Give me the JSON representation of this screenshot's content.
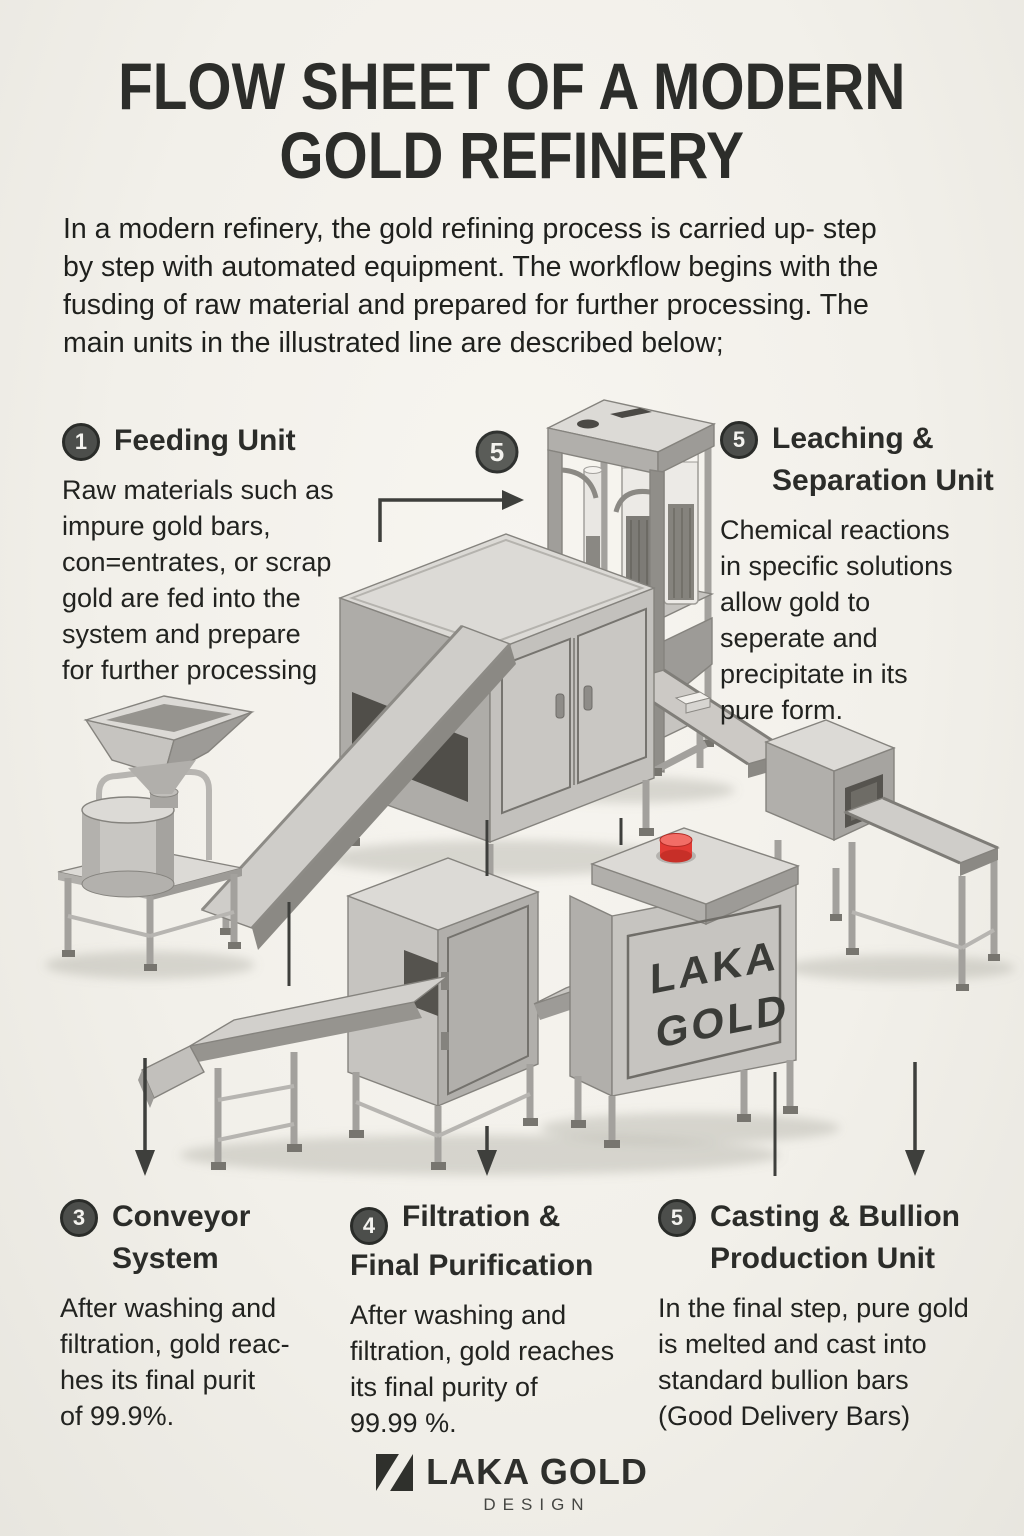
{
  "title": {
    "text": "FLOW SHEET OF A MODERN\nGOLD REFINERY"
  },
  "intro": "In a modern refinery, the gold refining process is carried up- step\nby step with automated equipment. The workflow begins with the\nfusding of raw material and prepared for further processing. The\nmain units in the illustrated line are described below;",
  "sections": {
    "feeding": {
      "num": "1",
      "title": "Feeding Unit",
      "body": "Raw materials such as\nimpure gold bars,\ncon=entrates, or scrap\ngold are fed into the\nsystem and prepare\nfor further processing"
    },
    "leaching": {
      "num": "5",
      "title": "Leaching &\nSeparation Unit",
      "body": "Chemical reactions\nin specific solutions\nallow gold to\nseperate and\nprecipitate in its\npure form."
    },
    "conveyor": {
      "num": "3",
      "title": "Conveyor\nSystem",
      "body": "After washing and\nfiltration, gold reac-\nhes its final purit\nof 99.9%."
    },
    "filtration": {
      "num": "4",
      "title": "Filtration &\nFinal Purification",
      "body": "After washing and\nfiltration, gold reaches\nits final purity of\n99.99 %."
    },
    "casting": {
      "num": "5",
      "title": "Casting & Bullion\nProduction Unit",
      "body": "In the final step, pure gold\nis melted and cast into\nstandard bullion bars\n(Good Delivery Bars)"
    }
  },
  "diagram": {
    "step_badge": "5",
    "machine_label_line1": "LAKA",
    "machine_label_line2": "GOLD"
  },
  "footer": {
    "brand": "LAKA GOLD",
    "sub": "DESIGN"
  },
  "colors": {
    "background": "#f2f0ea",
    "ink": "#22231f",
    "badge": "#4c4e4b",
    "accent_red": "#e23b35"
  }
}
